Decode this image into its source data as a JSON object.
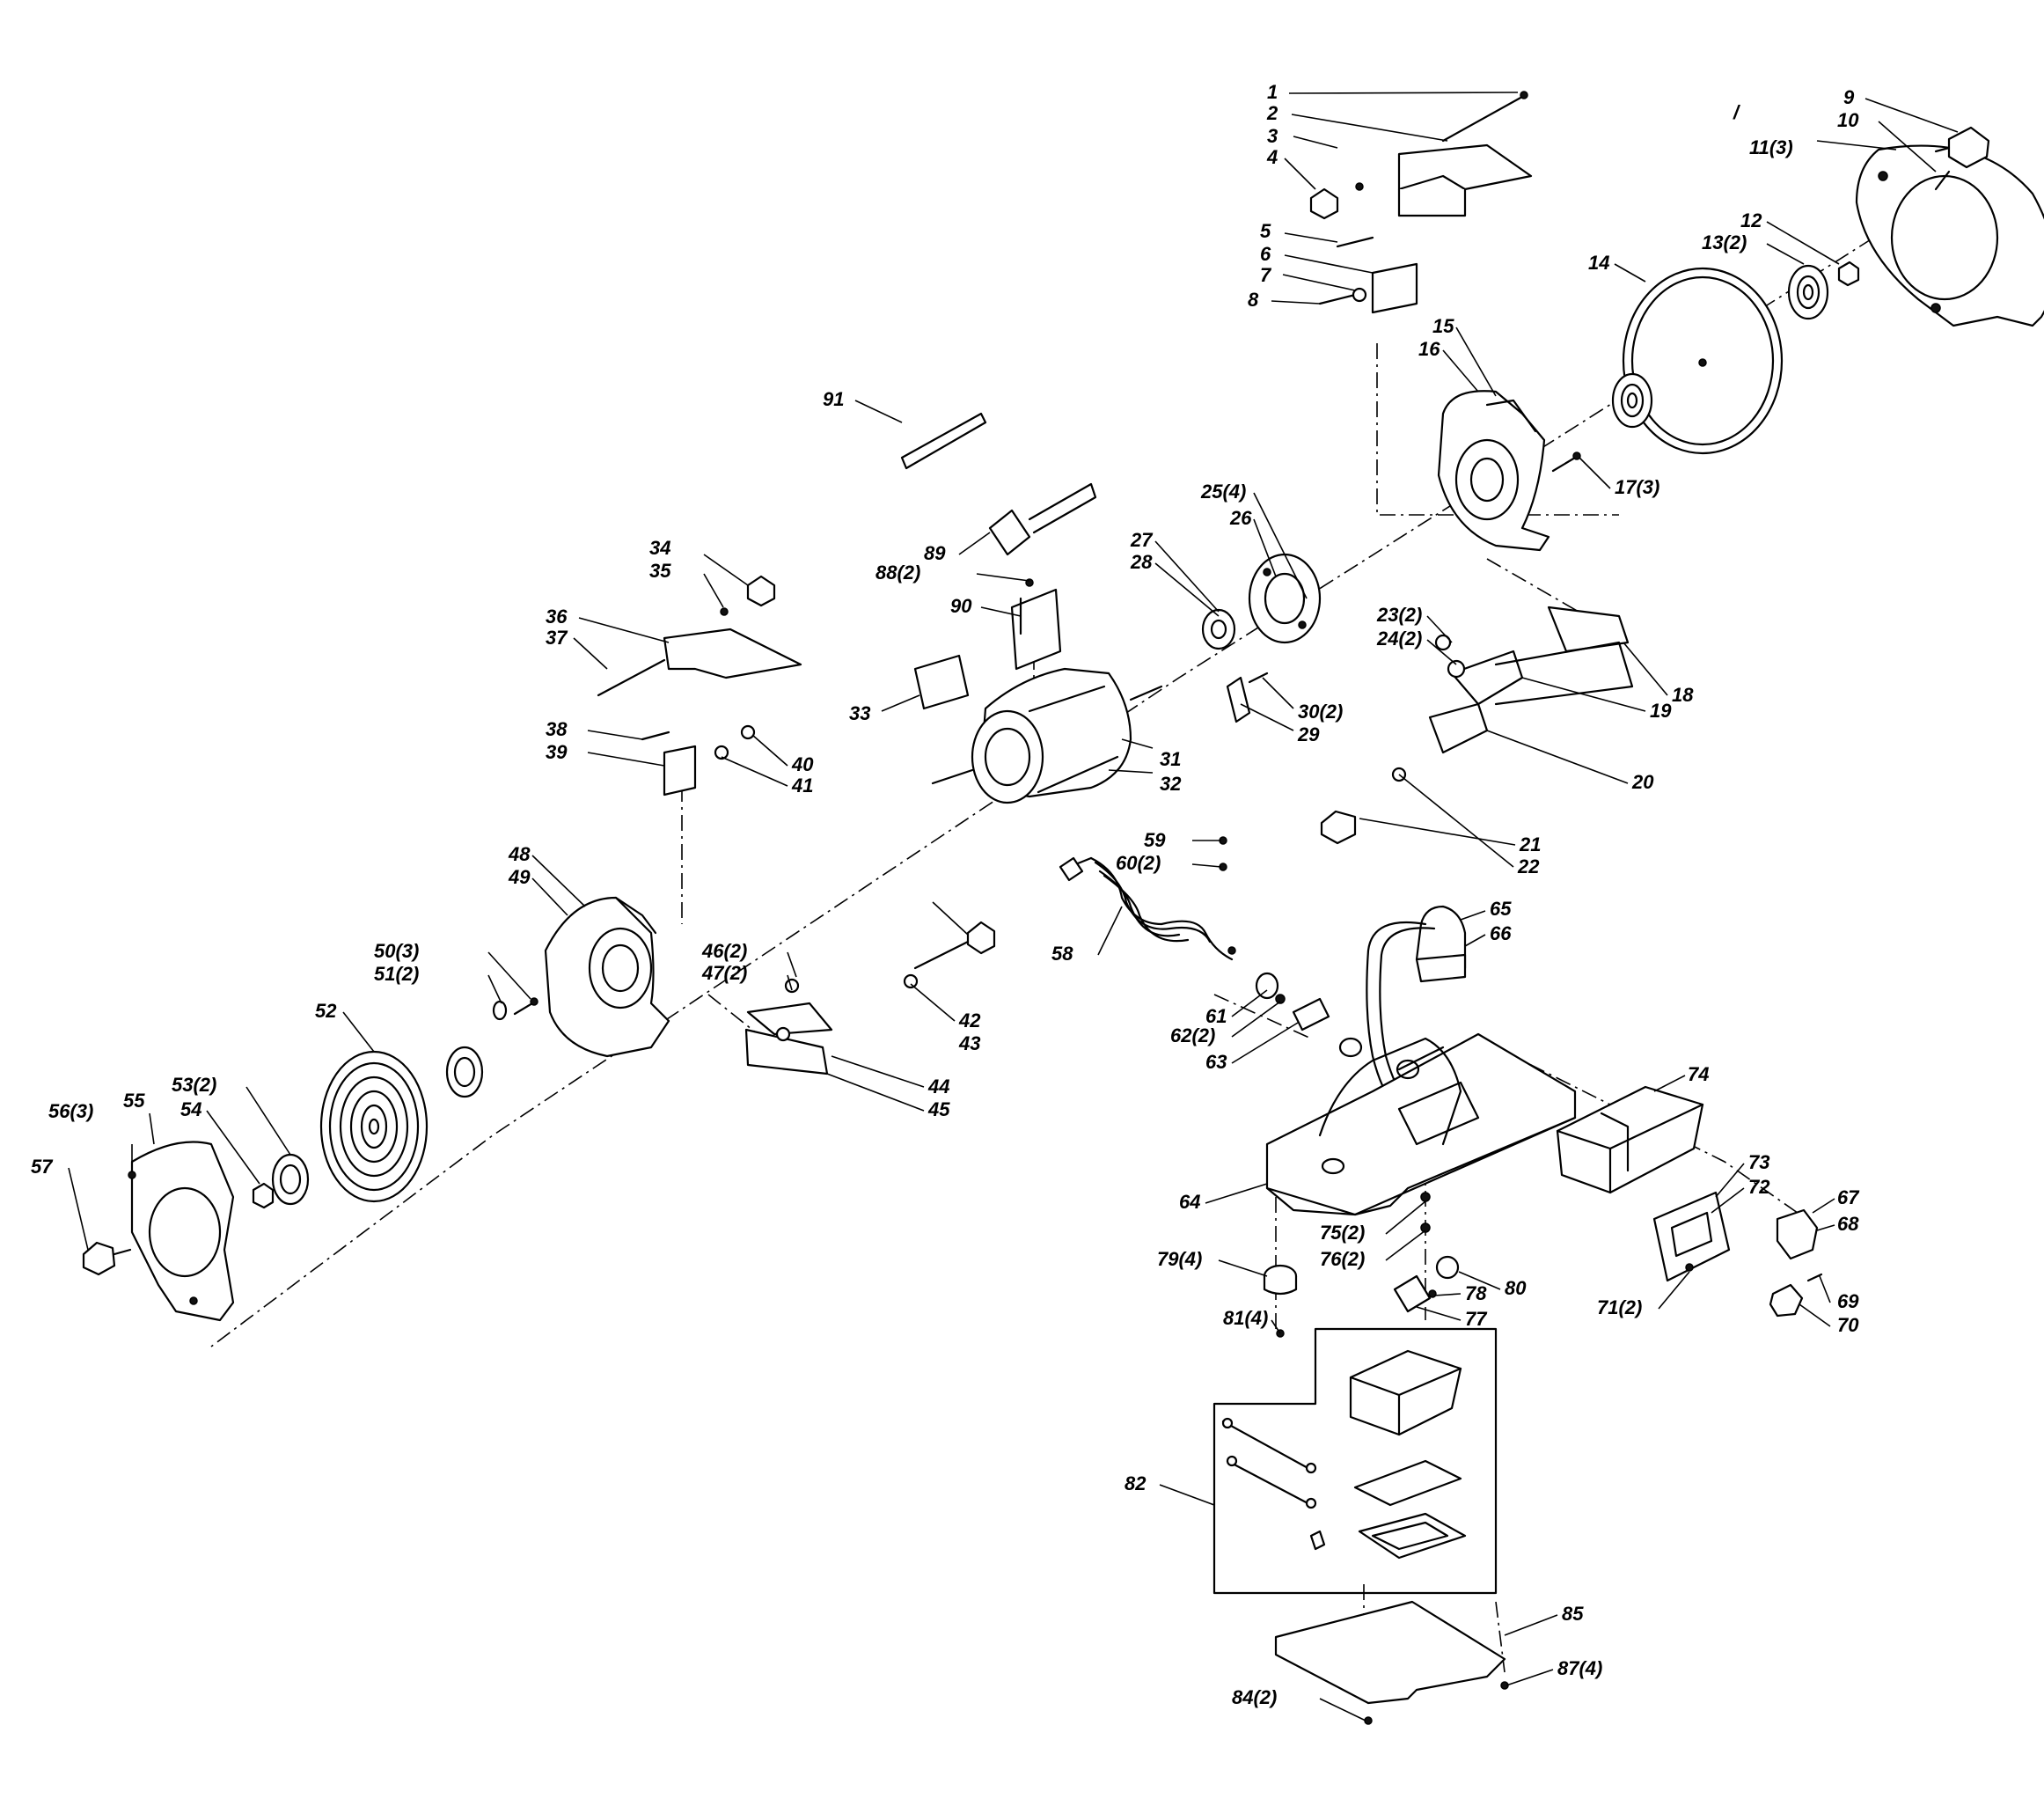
{
  "labels": [
    {
      "id": "1",
      "text": "1"
    },
    {
      "id": "2",
      "text": "2"
    },
    {
      "id": "3",
      "text": "3"
    },
    {
      "id": "4",
      "text": "4"
    },
    {
      "id": "5",
      "text": "5"
    },
    {
      "id": "6",
      "text": "6"
    },
    {
      "id": "7",
      "text": "7"
    },
    {
      "id": "8",
      "text": "8"
    },
    {
      "id": "9",
      "text": "9"
    },
    {
      "id": "10",
      "text": "10"
    },
    {
      "id": "11",
      "text": "11(3)"
    },
    {
      "id": "12",
      "text": "12"
    },
    {
      "id": "13",
      "text": "13(2)"
    },
    {
      "id": "14",
      "text": "14"
    },
    {
      "id": "15",
      "text": "15"
    },
    {
      "id": "16",
      "text": "16"
    },
    {
      "id": "17",
      "text": "17(3)"
    },
    {
      "id": "18",
      "text": "18"
    },
    {
      "id": "19",
      "text": "19"
    },
    {
      "id": "20",
      "text": "20"
    },
    {
      "id": "21",
      "text": "21"
    },
    {
      "id": "22",
      "text": "22"
    },
    {
      "id": "23",
      "text": "23(2)"
    },
    {
      "id": "24",
      "text": "24(2)"
    },
    {
      "id": "25",
      "text": "25(4)"
    },
    {
      "id": "26",
      "text": "26"
    },
    {
      "id": "27",
      "text": "27"
    },
    {
      "id": "28",
      "text": "28"
    },
    {
      "id": "29",
      "text": "29"
    },
    {
      "id": "30",
      "text": "30(2)"
    },
    {
      "id": "31",
      "text": "31"
    },
    {
      "id": "32",
      "text": "32"
    },
    {
      "id": "33",
      "text": "33"
    },
    {
      "id": "34",
      "text": "34"
    },
    {
      "id": "35",
      "text": "35"
    },
    {
      "id": "36",
      "text": "36"
    },
    {
      "id": "37",
      "text": "37"
    },
    {
      "id": "38",
      "text": "38"
    },
    {
      "id": "39",
      "text": "39"
    },
    {
      "id": "40",
      "text": "40"
    },
    {
      "id": "41",
      "text": "41"
    },
    {
      "id": "42",
      "text": "42"
    },
    {
      "id": "43",
      "text": "43"
    },
    {
      "id": "44",
      "text": "44"
    },
    {
      "id": "45",
      "text": "45"
    },
    {
      "id": "46",
      "text": "46(2)"
    },
    {
      "id": "47",
      "text": "47(2)"
    },
    {
      "id": "48",
      "text": "48"
    },
    {
      "id": "49",
      "text": "49"
    },
    {
      "id": "50",
      "text": "50(3)"
    },
    {
      "id": "51",
      "text": "51(2)"
    },
    {
      "id": "52",
      "text": "52"
    },
    {
      "id": "53",
      "text": "53(2)"
    },
    {
      "id": "54",
      "text": "54"
    },
    {
      "id": "55",
      "text": "55"
    },
    {
      "id": "56",
      "text": "56(3)"
    },
    {
      "id": "57",
      "text": "57"
    },
    {
      "id": "58",
      "text": "58"
    },
    {
      "id": "59",
      "text": "59"
    },
    {
      "id": "60",
      "text": "60(2)"
    },
    {
      "id": "61",
      "text": "61"
    },
    {
      "id": "62",
      "text": "62(2)"
    },
    {
      "id": "63",
      "text": "63"
    },
    {
      "id": "64",
      "text": "64"
    },
    {
      "id": "65",
      "text": "65"
    },
    {
      "id": "66",
      "text": "66"
    },
    {
      "id": "67",
      "text": "67"
    },
    {
      "id": "68",
      "text": "68"
    },
    {
      "id": "69",
      "text": "69"
    },
    {
      "id": "70",
      "text": "70"
    },
    {
      "id": "71",
      "text": "71(2)"
    },
    {
      "id": "72",
      "text": "72"
    },
    {
      "id": "73",
      "text": "73"
    },
    {
      "id": "74",
      "text": "74"
    },
    {
      "id": "75",
      "text": "75(2)"
    },
    {
      "id": "76",
      "text": "76(2)"
    },
    {
      "id": "77",
      "text": "77"
    },
    {
      "id": "78",
      "text": "78"
    },
    {
      "id": "79",
      "text": "79(4)"
    },
    {
      "id": "80",
      "text": "80"
    },
    {
      "id": "81",
      "text": "81(4)"
    },
    {
      "id": "82",
      "text": "82"
    },
    {
      "id": "84",
      "text": "84(2)"
    },
    {
      "id": "85",
      "text": "85"
    },
    {
      "id": "87",
      "text": "87(4)"
    },
    {
      "id": "88",
      "text": "88(2)"
    },
    {
      "id": "89",
      "text": "89"
    },
    {
      "id": "90",
      "text": "90"
    },
    {
      "id": "91",
      "text": "91"
    },
    {
      "id": "stray",
      "text": "/"
    }
  ]
}
